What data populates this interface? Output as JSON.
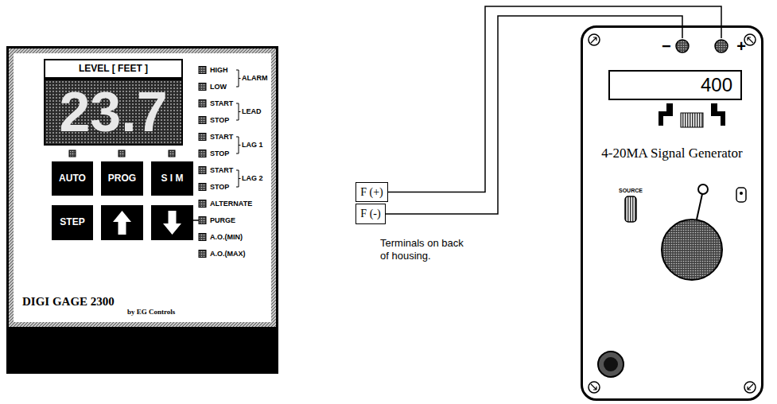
{
  "diagram": {
    "nodes": [
      {
        "text": [
          "DIGI GAGE 2300",
          "by EG Controls"
        ]
      },
      {
        "text": [
          "LEVEL [ FEET ]"
        ],
        "in": 0
      },
      {
        "text": [
          "23.7"
        ],
        "in": 0
      },
      {
        "text": [
          "AUTO"
        ],
        "in": 0
      },
      {
        "text": [
          "PROG"
        ],
        "in": 0
      },
      {
        "text": [
          "S I M"
        ],
        "in": 0
      },
      {
        "text": [
          "STEP"
        ],
        "in": 0
      },
      {
        "text": [
          "F (+)"
        ]
      },
      {
        "text": [
          "F (-)"
        ]
      },
      {
        "text": [
          "4-20MA Signal Generator"
        ]
      },
      {
        "text": [
          "−"
        ],
        "in": 9
      },
      {
        "text": [
          "+"
        ],
        "in": 9
      },
      {
        "text": [
          "400"
        ],
        "in": 9
      }
    ],
    "edges": [
      {
        "from": 7,
        "to": 11,
        "arrow": "none"
      },
      {
        "from": 8,
        "to": 10,
        "arrow": "none"
      }
    ],
    "labels": [
      "HIGH",
      "LOW",
      "ALARM",
      "START",
      "STOP",
      "LEAD",
      "START",
      "STOP",
      "LAG 1",
      "START",
      "STOP",
      "LAG 2",
      "ALTERNATE",
      "PURGE",
      "A.O.(MIN)",
      "A.O.(MAX)",
      "Terminals on back of housing.",
      "SOURCE"
    ]
  }
}
